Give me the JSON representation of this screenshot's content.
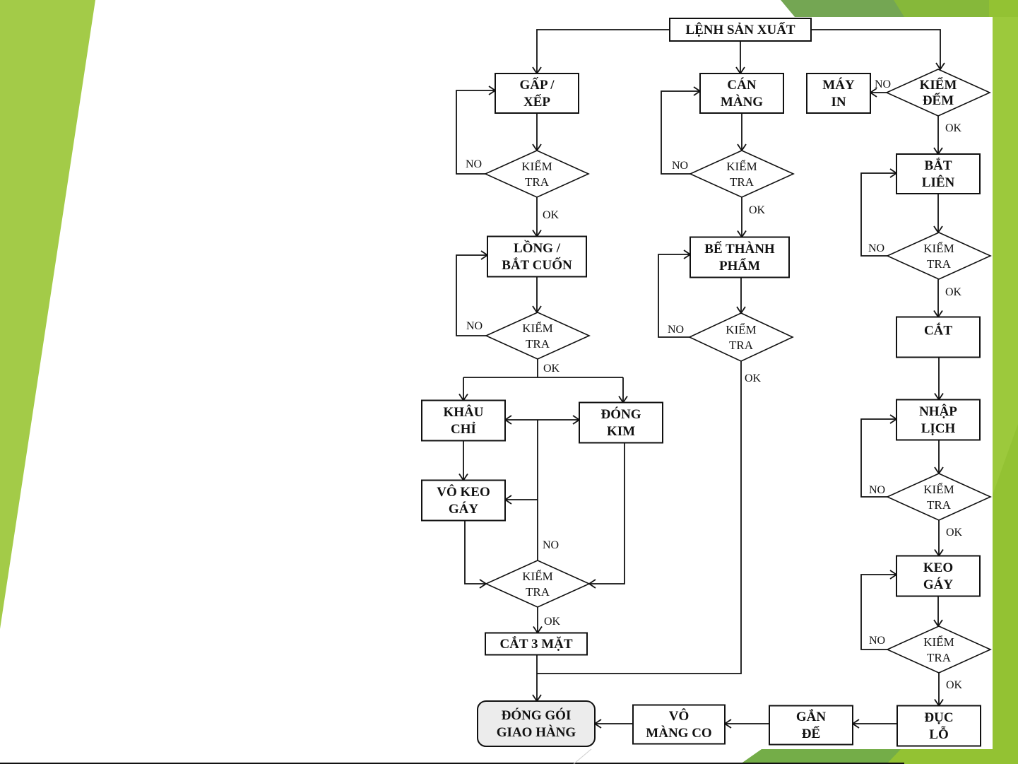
{
  "theme": {
    "accent_left": "#a3cb48",
    "accent_top_dark": "#6f9f4f",
    "accent_top_mid": "#7ab34a",
    "accent_right": "#93c233",
    "line": "#111111",
    "terminal_fill": "#ececec"
  },
  "flowchart": {
    "title_node": "LỆNH SẢN XUẤT",
    "nodes": [
      {
        "id": "lenh",
        "type": "box",
        "lines": [
          "LỆNH SẢN XUẤT"
        ]
      },
      {
        "id": "gap",
        "type": "box",
        "lines": [
          "GẤP /",
          "XẾP"
        ]
      },
      {
        "id": "kt1",
        "type": "decision",
        "lines": [
          "KIỂM",
          "TRA"
        ]
      },
      {
        "id": "long",
        "type": "box",
        "lines": [
          "LỒNG /",
          "BẮT CUỐN"
        ]
      },
      {
        "id": "kt2",
        "type": "decision",
        "lines": [
          "KIỂM",
          "TRA"
        ]
      },
      {
        "id": "khau",
        "type": "box",
        "lines": [
          "KHÂU",
          "CHỈ"
        ]
      },
      {
        "id": "dongkim",
        "type": "box",
        "lines": [
          "ĐÓNG",
          "KIM"
        ]
      },
      {
        "id": "vokeo",
        "type": "box",
        "lines": [
          "VÔ KEO",
          "GÁY"
        ]
      },
      {
        "id": "kt3",
        "type": "decision",
        "lines": [
          "KIỂM",
          "TRA"
        ]
      },
      {
        "id": "cat3",
        "type": "box",
        "lines": [
          "CẮT 3 MẶT"
        ]
      },
      {
        "id": "donggoi",
        "type": "terminal",
        "lines": [
          "ĐÓNG GÓI",
          "GIAO HÀNG"
        ]
      },
      {
        "id": "can",
        "type": "box",
        "lines": [
          "CÁN",
          "MÀNG"
        ]
      },
      {
        "id": "kt4",
        "type": "decision",
        "lines": [
          "KIỂM",
          "TRA"
        ]
      },
      {
        "id": "be",
        "type": "box",
        "lines": [
          "BẾ THÀNH",
          "PHẨM"
        ]
      },
      {
        "id": "kt5",
        "type": "decision",
        "lines": [
          "KIỂM",
          "TRA"
        ]
      },
      {
        "id": "mayin",
        "type": "box",
        "lines": [
          "MÁY",
          "IN"
        ]
      },
      {
        "id": "kiemdem",
        "type": "decision_bold",
        "lines": [
          "KIỂM",
          "ĐẾM"
        ]
      },
      {
        "id": "batlien",
        "type": "box",
        "lines": [
          "BẮT",
          "LIÊN"
        ]
      },
      {
        "id": "kt6",
        "type": "decision",
        "lines": [
          "KIỂM",
          "TRA"
        ]
      },
      {
        "id": "cat",
        "type": "box_top",
        "lines": [
          "CẮT"
        ]
      },
      {
        "id": "nhaplich",
        "type": "box",
        "lines": [
          "NHẬP",
          "LỊCH"
        ]
      },
      {
        "id": "kt7",
        "type": "decision",
        "lines": [
          "KIỂM",
          "TRA"
        ]
      },
      {
        "id": "keogay",
        "type": "box",
        "lines": [
          "KEO",
          "GÁY"
        ]
      },
      {
        "id": "kt8",
        "type": "decision",
        "lines": [
          "KIỂM",
          "TRA"
        ]
      },
      {
        "id": "duclo",
        "type": "box",
        "lines": [
          "ĐỤC",
          "LỖ"
        ]
      },
      {
        "id": "ganee",
        "type": "box",
        "lines": [
          "GẮN",
          "ĐẾ"
        ]
      },
      {
        "id": "vomang",
        "type": "box",
        "lines": [
          "VÔ",
          "MÀNG CO"
        ]
      }
    ],
    "edge_labels": {
      "no": "NO",
      "ok": "OK"
    },
    "edges": [
      {
        "from": "lenh",
        "to": "gap"
      },
      {
        "from": "lenh",
        "to": "can"
      },
      {
        "from": "lenh",
        "to": "kiemdem"
      },
      {
        "from": "gap",
        "to": "kt1"
      },
      {
        "from": "kt1",
        "to": "gap",
        "label": "NO"
      },
      {
        "from": "kt1",
        "to": "long",
        "label": "OK"
      },
      {
        "from": "long",
        "to": "kt2"
      },
      {
        "from": "kt2",
        "to": "long",
        "label": "NO"
      },
      {
        "from": "kt2",
        "to": "khau",
        "label": "OK"
      },
      {
        "from": "kt2",
        "to": "dongkim",
        "label": "OK"
      },
      {
        "from": "khau",
        "to": "vokeo"
      },
      {
        "from": "vokeo",
        "to": "kt3"
      },
      {
        "from": "dongkim",
        "to": "kt3"
      },
      {
        "from": "kt3",
        "to": "khau",
        "label": "NO"
      },
      {
        "from": "kt3",
        "to": "dongkim",
        "label": "NO"
      },
      {
        "from": "kt3",
        "to": "vokeo",
        "label": "NO"
      },
      {
        "from": "kt3",
        "to": "cat3",
        "label": "OK"
      },
      {
        "from": "cat3",
        "to": "donggoi"
      },
      {
        "from": "can",
        "to": "kt4"
      },
      {
        "from": "kt4",
        "to": "can",
        "label": "NO"
      },
      {
        "from": "kt4",
        "to": "be",
        "label": "OK"
      },
      {
        "from": "be",
        "to": "kt5"
      },
      {
        "from": "kt5",
        "to": "be",
        "label": "NO"
      },
      {
        "from": "kt5",
        "to": "donggoi",
        "label": "OK"
      },
      {
        "from": "kiemdem",
        "to": "mayin",
        "label": "NO"
      },
      {
        "from": "kiemdem",
        "to": "batlien",
        "label": "OK"
      },
      {
        "from": "batlien",
        "to": "kt6"
      },
      {
        "from": "kt6",
        "to": "batlien",
        "label": "NO"
      },
      {
        "from": "kt6",
        "to": "cat",
        "label": "OK"
      },
      {
        "from": "cat",
        "to": "nhaplich"
      },
      {
        "from": "nhaplich",
        "to": "kt7"
      },
      {
        "from": "kt7",
        "to": "nhaplich",
        "label": "NO"
      },
      {
        "from": "kt7",
        "to": "keogay",
        "label": "OK"
      },
      {
        "from": "keogay",
        "to": "kt8"
      },
      {
        "from": "kt8",
        "to": "keogay",
        "label": "NO"
      },
      {
        "from": "kt8",
        "to": "duclo",
        "label": "OK"
      },
      {
        "from": "duclo",
        "to": "ganee"
      },
      {
        "from": "ganee",
        "to": "vomang"
      },
      {
        "from": "vomang",
        "to": "donggoi"
      }
    ]
  }
}
